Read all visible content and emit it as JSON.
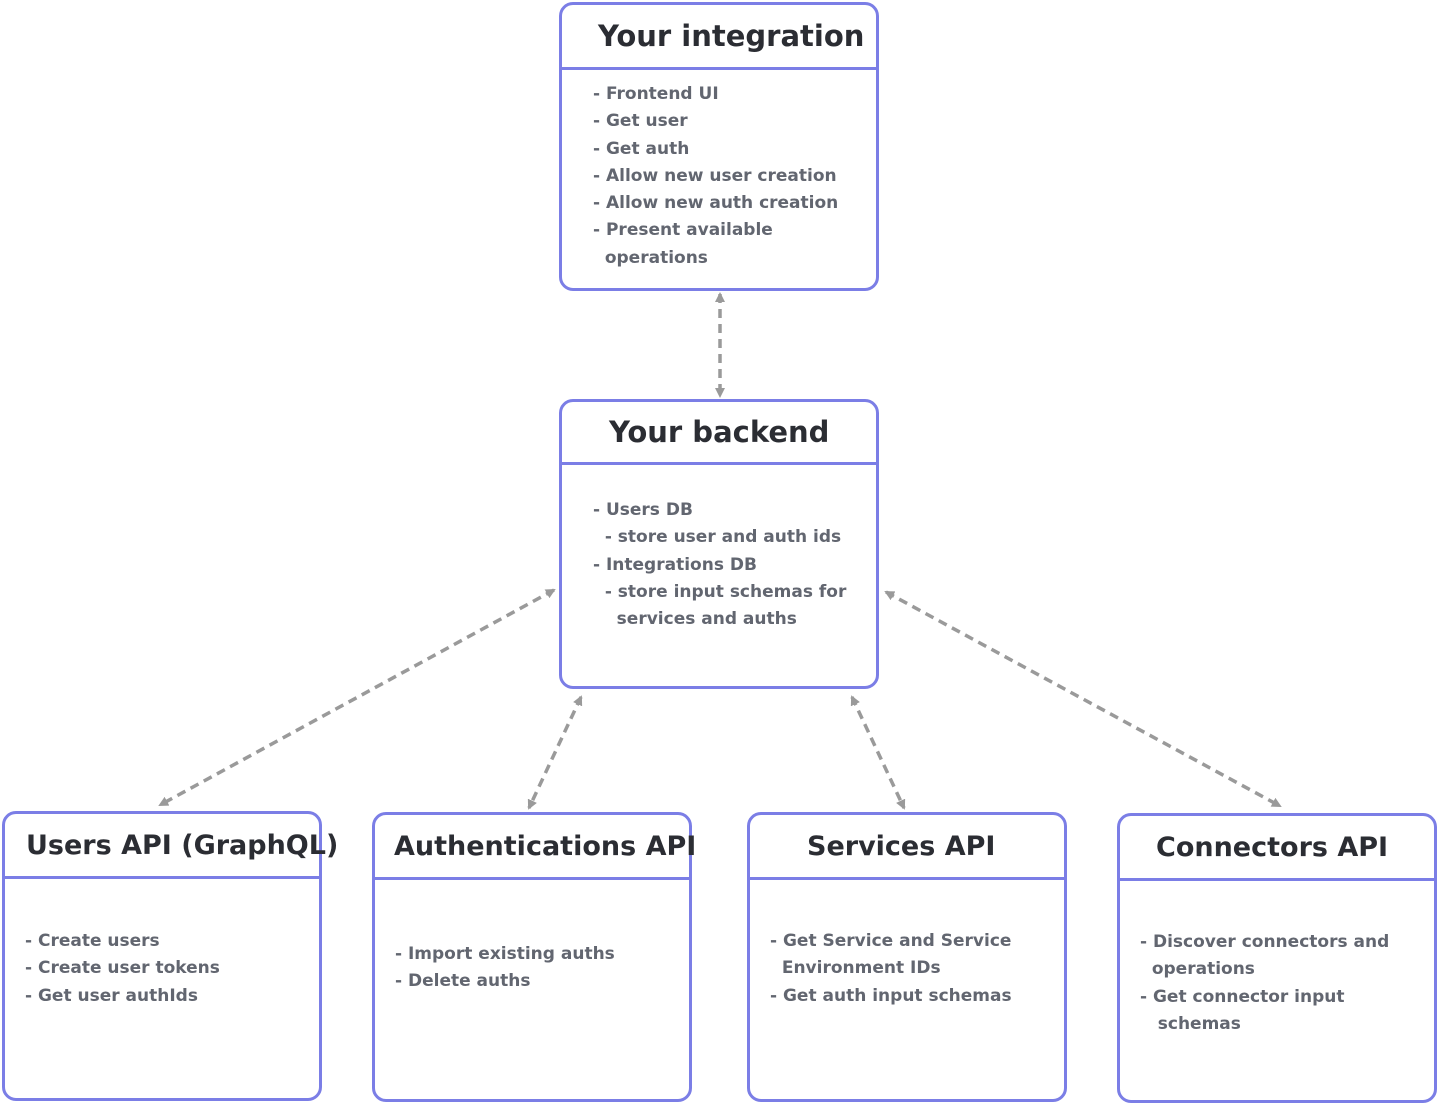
{
  "colors": {
    "box_border": "#7b7ee6",
    "arrow": "#9a9a9a",
    "title_text": "#2b2d33",
    "body_text": "#626670"
  },
  "nodes": {
    "integration": {
      "title": "Your integration",
      "lines": [
        "- Frontend UI",
        "- Get user",
        "- Get auth",
        "- Allow new user creation",
        "- Allow new auth creation",
        "- Present available",
        "  operations"
      ]
    },
    "backend": {
      "title": "Your backend",
      "lines": [
        "- Users DB",
        "  - store user and auth ids",
        "- Integrations DB",
        "  - store input schemas for",
        "    services and auths"
      ]
    },
    "users_api": {
      "title": "Users API (GraphQL)",
      "lines": [
        "- Create users",
        "- Create user tokens",
        "- Get user authIds"
      ]
    },
    "auth_api": {
      "title": "Authentications API",
      "lines": [
        "- Import existing auths",
        "- Delete auths"
      ]
    },
    "services_api": {
      "title": "Services API",
      "lines": [
        "- Get Service and Service",
        "  Environment IDs",
        "- Get auth input schemas"
      ]
    },
    "connectors_api": {
      "title": "Connectors API",
      "lines": [
        "- Discover connectors and",
        "  operations",
        "- Get connector input",
        "   schemas"
      ]
    }
  },
  "edges": [
    {
      "from": "integration",
      "to": "backend",
      "direction": "both",
      "style": "dashed"
    },
    {
      "from": "backend",
      "to": "users_api",
      "direction": "both",
      "style": "dashed"
    },
    {
      "from": "backend",
      "to": "auth_api",
      "direction": "both",
      "style": "dashed"
    },
    {
      "from": "backend",
      "to": "services_api",
      "direction": "both",
      "style": "dashed"
    },
    {
      "from": "backend",
      "to": "connectors_api",
      "direction": "both",
      "style": "dashed"
    }
  ]
}
